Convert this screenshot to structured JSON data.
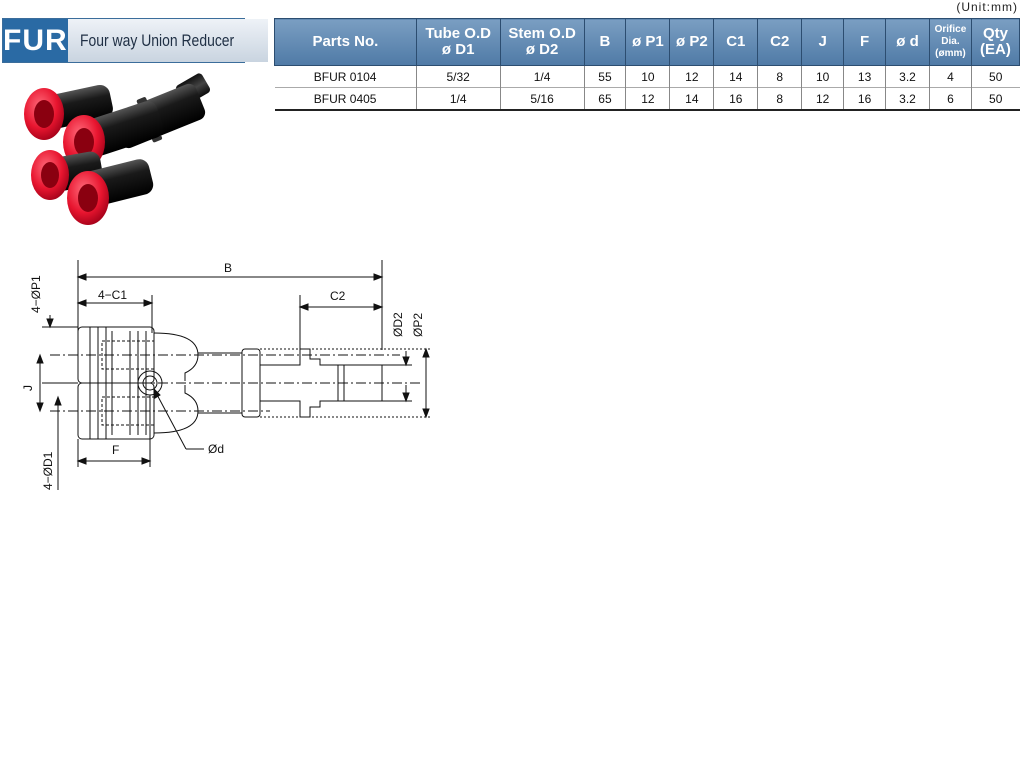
{
  "header": {
    "code": "FUR",
    "name": "Four way Union Reducer"
  },
  "unit_note": "(Unit:mm)",
  "table": {
    "columns": [
      {
        "line1": "Parts No.",
        "line2": ""
      },
      {
        "line1": "Tube O.D",
        "line2": "ø D1"
      },
      {
        "line1": "Stem O.D",
        "line2": "ø D2"
      },
      {
        "line1": "B",
        "line2": ""
      },
      {
        "line1": "ø P1",
        "line2": ""
      },
      {
        "line1": "ø P2",
        "line2": ""
      },
      {
        "line1": "C1",
        "line2": ""
      },
      {
        "line1": "C2",
        "line2": ""
      },
      {
        "line1": "J",
        "line2": ""
      },
      {
        "line1": "F",
        "line2": ""
      },
      {
        "line1": "ø d",
        "line2": ""
      },
      {
        "line1": "Orifice Dia.",
        "line2": "(ømm)"
      },
      {
        "line1": "Qty",
        "line2": "(EA)"
      }
    ],
    "rows": [
      [
        "BFUR 0104",
        "5/32",
        "1/4",
        "55",
        "10",
        "12",
        "14",
        "8",
        "10",
        "13",
        "3.2",
        "4",
        "50"
      ],
      [
        "BFUR 0405",
        "1/4",
        "5/16",
        "65",
        "12",
        "14",
        "16",
        "8",
        "12",
        "16",
        "3.2",
        "6",
        "50"
      ]
    ]
  },
  "drawing": {
    "label_B": "B",
    "label_C1": "4−C1",
    "label_C2": "C2",
    "label_P1": "4−ØP1",
    "label_D2": "ØD2",
    "label_P2": "ØP2",
    "label_J": "J",
    "label_D1": "4−ØD1",
    "label_F": "F",
    "label_d": "Ød"
  },
  "colors": {
    "header_code_bg": "#2a6aa4",
    "table_header_bg": "#5f87b2",
    "fitting_body": "#1c1c1c",
    "fitting_collet": "#e8152f"
  }
}
